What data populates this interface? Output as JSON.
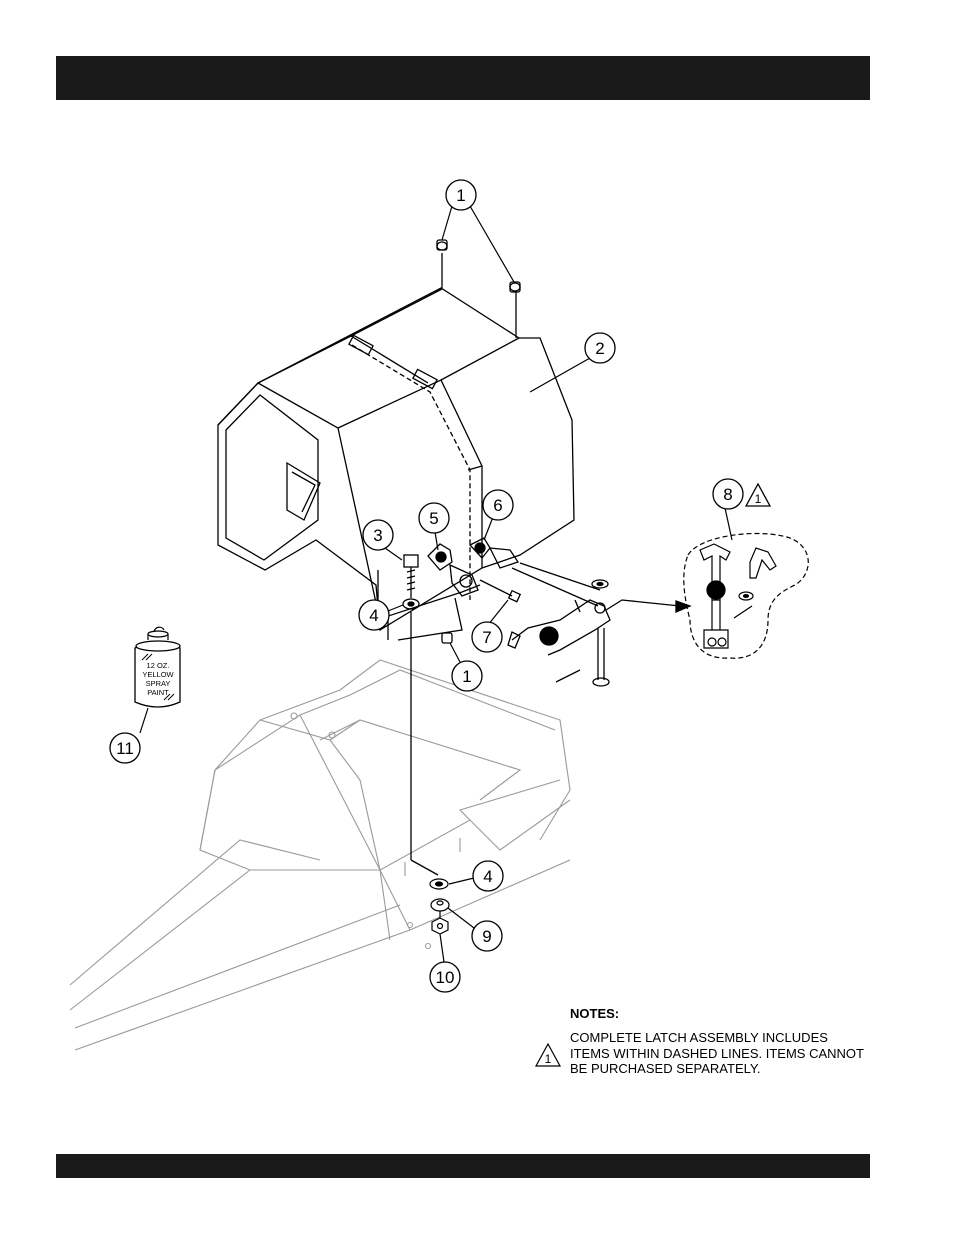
{
  "callouts": {
    "c1_top": "1",
    "c2": "2",
    "c3": "3",
    "c4_upper": "4",
    "c5": "5",
    "c6": "6",
    "c7": "7",
    "c1_lower": "1",
    "c8": "8",
    "c8_flag": "1",
    "c11": "11",
    "c4_lower": "4",
    "c9": "9",
    "c10": "10"
  },
  "spray_can": {
    "line1": "12 OZ.",
    "line2": "YELLOW",
    "line3": "SPRAY",
    "line4": "PAINT"
  },
  "notes": {
    "title": "NOTES:",
    "flag": "1",
    "body": "COMPLETE LATCH ASSEMBLY INCLUDES ITEMS WITHIN DASHED LINES. ITEMS CANNOT BE PURCHASED SEPARATELY."
  },
  "colors": {
    "bar": "#1a1a1a",
    "ink": "#000000",
    "trailer_ghost": "#9a9a9a"
  }
}
